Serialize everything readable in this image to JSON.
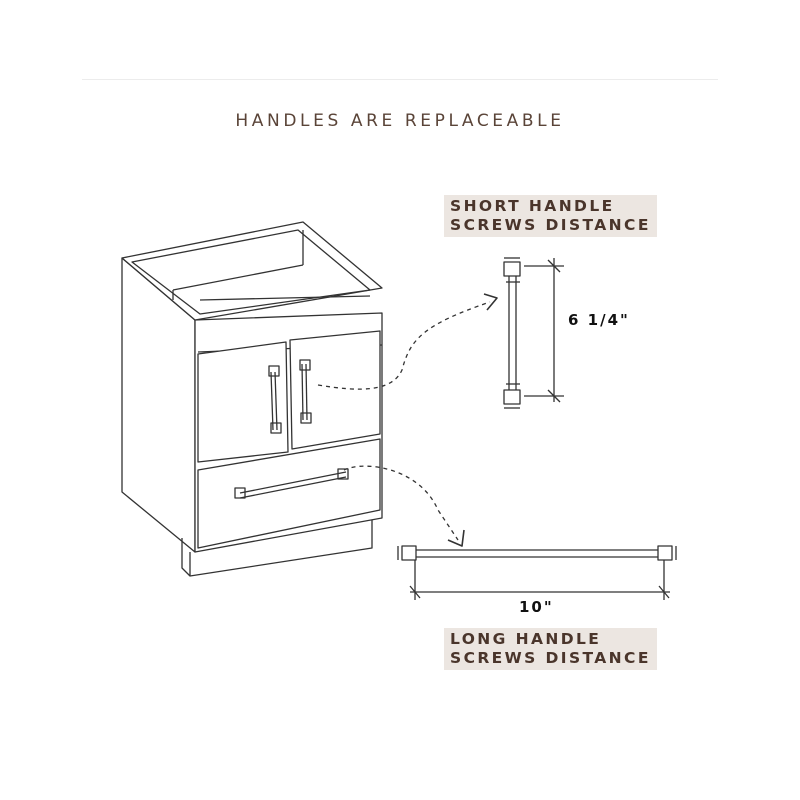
{
  "title": "HANDLES ARE REPLACEABLE",
  "short_handle": {
    "label_line1": "SHORT HANDLE",
    "label_line2": "SCREWS DISTANCE",
    "dimension": "6 1/4\""
  },
  "long_handle": {
    "label_line1": "LONG HANDLE",
    "label_line2": "SCREWS DISTANCE",
    "dimension": "10\""
  },
  "colors": {
    "title_text": "#5a4438",
    "label_text": "#4a352b",
    "label_background": "#ece6e1",
    "line_art": "#333333"
  }
}
